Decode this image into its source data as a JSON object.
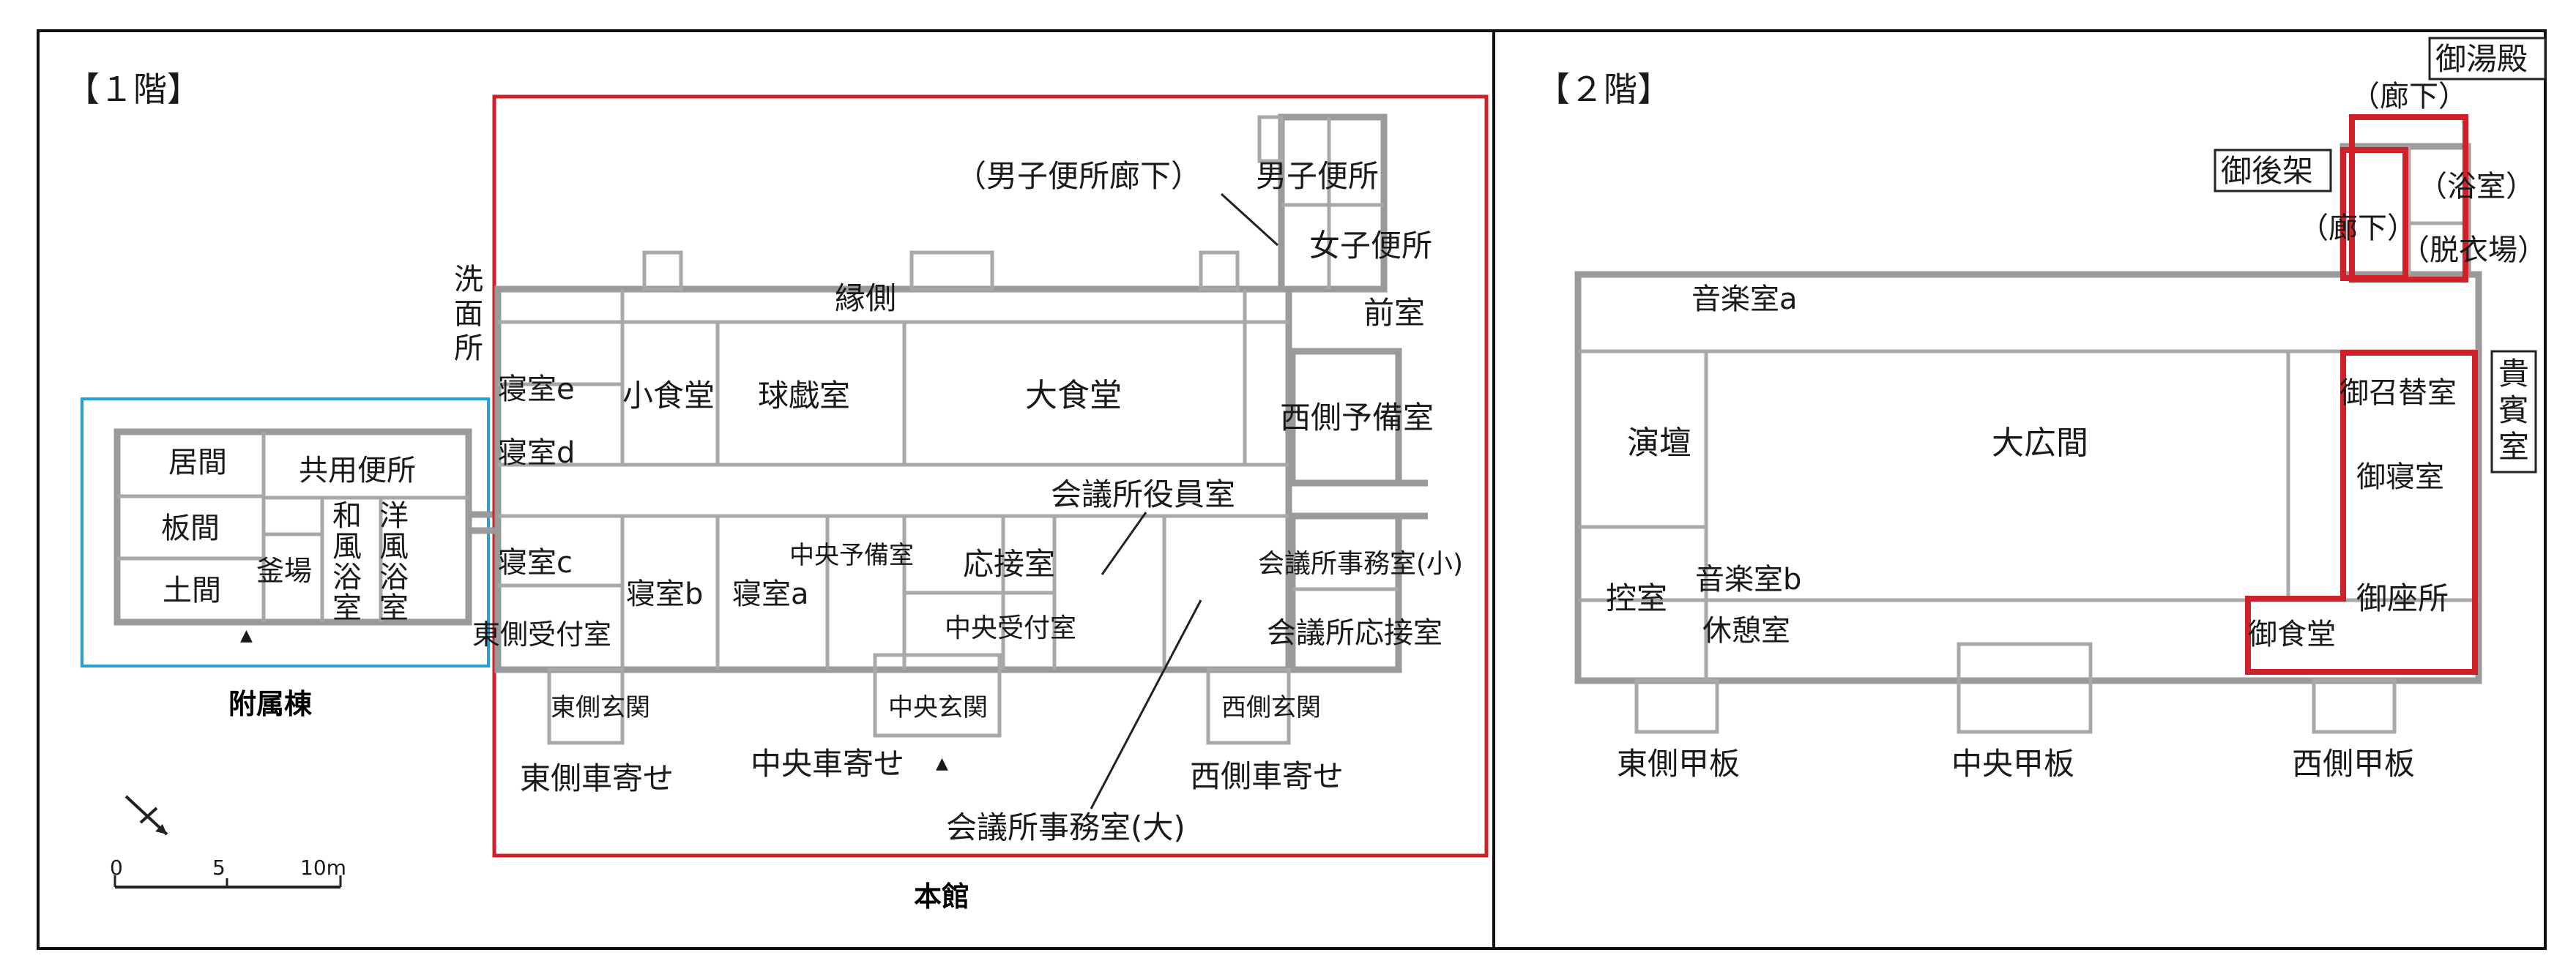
{
  "floor1": {
    "title": "【１階】",
    "annex_caption": "附属棟",
    "main_caption": "本館",
    "scale": {
      "zero": "0",
      "five": "5",
      "ten": "10m"
    },
    "annex_rooms": {
      "ima": "居間",
      "itama": "板間",
      "doma": "土間",
      "kamaba": "釜場",
      "kyoyo_benjo": "共用便所",
      "wafu_yokushitsu": [
        "和",
        "風",
        "浴",
        "室"
      ],
      "yofu_yokushitsu": [
        "洋",
        "風",
        "浴",
        "室"
      ]
    },
    "main_rooms": {
      "senmenjo": [
        "洗",
        "面",
        "所"
      ],
      "shinshitsu_e": "寝室e",
      "shinshitsu_d": "寝室d",
      "shinshitsu_c": "寝室c",
      "shinshitsu_b": "寝室b",
      "shinshitsu_a": "寝室a",
      "higashi_uketsuke": "東側受付室",
      "shoshokudo": "小食堂",
      "kyugishitsu": "球戯室",
      "daishokudo": "大食堂",
      "engawa": "縁側",
      "danshi_benjo_roka": "（男子便所廊下）",
      "danshi_benjo": "男子便所",
      "joshi_benjo": "女子便所",
      "zenshitsu": "前室",
      "nishi_yobishitsu": "西側予備室",
      "kaigisho_yakuinshitsu": "会議所役員室",
      "chuo_yobishitsu": "中央予備室",
      "osetsushitsu": "応接室",
      "chuo_uketsuke": "中央受付室",
      "kaigisho_jimushitsu_sho": "会議所事務室(小)",
      "kaigisho_osetsushitsu": "会議所応接室",
      "kaigisho_jimushitsu_dai": "会議所事務室(大)",
      "higashi_genkan": "東側玄関",
      "chuo_genkan": "中央玄関",
      "nishi_genkan": "西側玄関",
      "higashi_kurumayose": "東側車寄せ",
      "chuo_kurumayose": "中央車寄せ",
      "nishi_kurumayose": "西側車寄せ",
      "triangle_mark": "▲"
    }
  },
  "floor2": {
    "title": "【２階】",
    "rooms": {
      "goyudono": "御湯殿",
      "roka_top": "（廊下）",
      "gokoka": "御後架",
      "roka_mid": "（廊下）",
      "yokushitsu": "（浴室）",
      "datsuiba": "（脱衣場）",
      "ongakushitsu_a": "音楽室a",
      "ongakushitsu_b": "音楽室b",
      "endan": "演壇",
      "daihiroma": "大広間",
      "hikaeshitsu": "控室",
      "kyukeishitsu": "休憩室",
      "kihinshitsu": [
        "貴",
        "賓",
        "室"
      ],
      "gomeshikaeshitsu": "御召替室",
      "goshinshitsu": "御寝室",
      "goza_sho": "御座所",
      "goshokudo": "御食堂",
      "higashi_kanpan": "東側甲板",
      "chuo_kanpan": "中央甲板",
      "nishi_kanpan": "西側甲板"
    }
  },
  "colors": {
    "outline_red": "#d0202a",
    "outline_blue": "#22a0d8",
    "wall_gray": "#9a9a9a"
  }
}
